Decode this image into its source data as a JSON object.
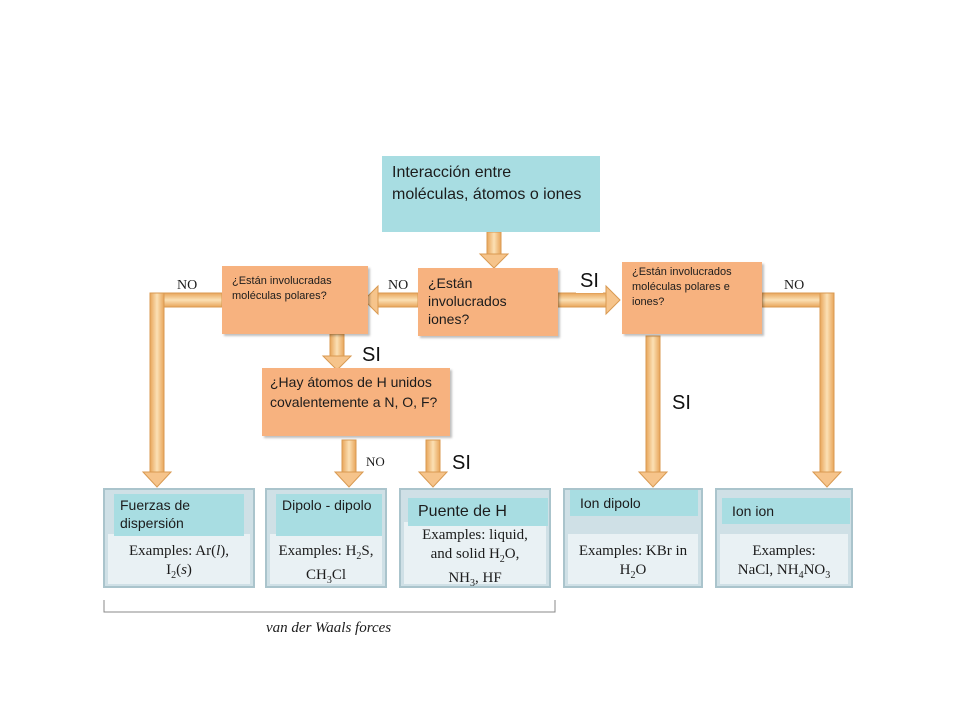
{
  "root": {
    "text": "Interacción entre moléculas, átomos o iones"
  },
  "q_ions": {
    "text": "¿Están involucrados iones?"
  },
  "q_polar": {
    "text": "¿Están involucradas moléculas polares?"
  },
  "q_polar_ions": {
    "text": "¿Están involucrados moléculas polares e iones?"
  },
  "q_hbond": {
    "text": "¿Hay átomos de H unidos covalentemente a N, O, F?"
  },
  "edges": {
    "no_left_outer": "NO",
    "no_left_inner": "NO",
    "no_right": "NO",
    "no_hbond": "NO",
    "si_right": "SI",
    "si_polar": "SI",
    "si_ion_dipole": "SI",
    "si_hbond": "SI"
  },
  "results": [
    {
      "label": "Fuerzas de dispersión",
      "examples": "Examples: Ar(l), I2(s)"
    },
    {
      "label": "Dipolo - dipolo",
      "examples": "Examples: H2S, CH3Cl"
    },
    {
      "label": "Puente de H",
      "examples": "Examples: liquid, and solid H2O, NH3, HF"
    },
    {
      "label": "Ion dipolo",
      "examples": "Examples: KBr in H2O"
    },
    {
      "label": "Ion ion",
      "examples": "Examples: NaCl, NH4NO3"
    }
  ],
  "bracket_label": "van der Waals forces",
  "colors": {
    "question": "#f7b27f",
    "label": "#a8dde2",
    "arrow": "#f5c48a",
    "card": "#cfe0e6"
  }
}
